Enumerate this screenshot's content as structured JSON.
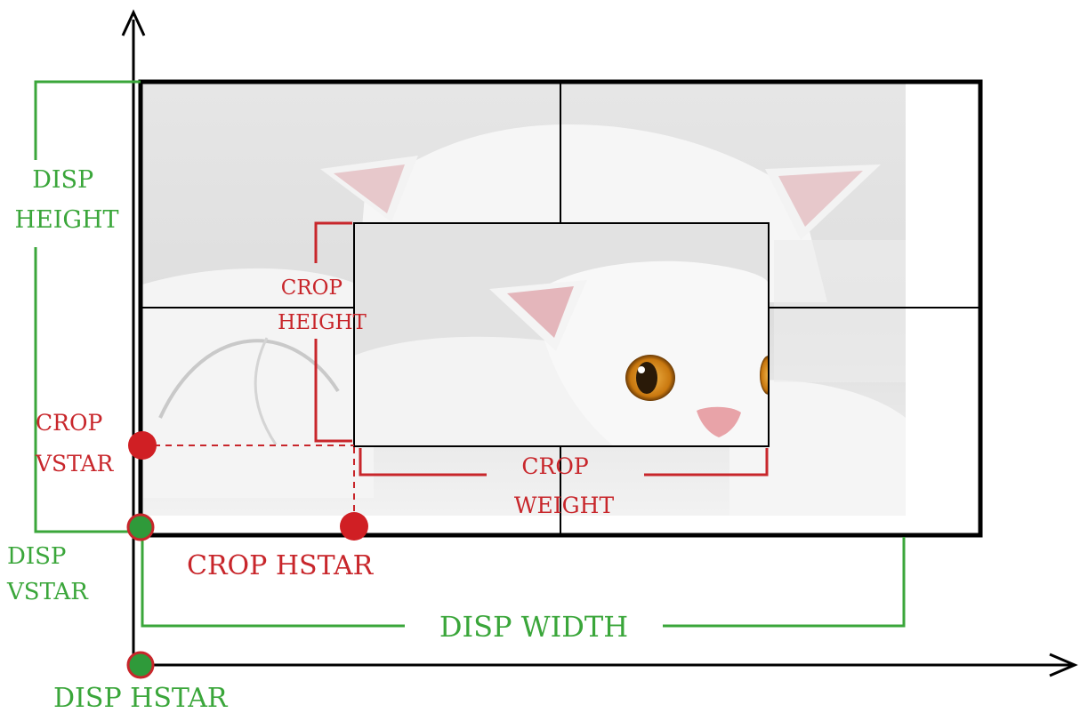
{
  "labels": {
    "disp_height": [
      "DISP",
      "HEIGHT"
    ],
    "disp_vstar": [
      "DISP",
      "VSTAR"
    ],
    "disp_hstar": "DISP HSTAR",
    "disp_width": "DISP WIDTH",
    "crop_height": [
      "CROP",
      "HEIGHT"
    ],
    "crop_vstar": [
      "CROP",
      "VSTAR"
    ],
    "crop_hstar": "CROP HSTAR",
    "crop_weight": [
      "CROP",
      "WEIGHT"
    ]
  },
  "colors": {
    "disp": "#3aa63a",
    "crop": "#c8262b",
    "frame": "#000000",
    "photo_bg": "#e3e3e3",
    "cat_white": "#f7f7f7",
    "eye": "#d98a1c",
    "nose": "#e8a3a8"
  },
  "image": {
    "subject": "white kitten peeking over computer mouse"
  }
}
